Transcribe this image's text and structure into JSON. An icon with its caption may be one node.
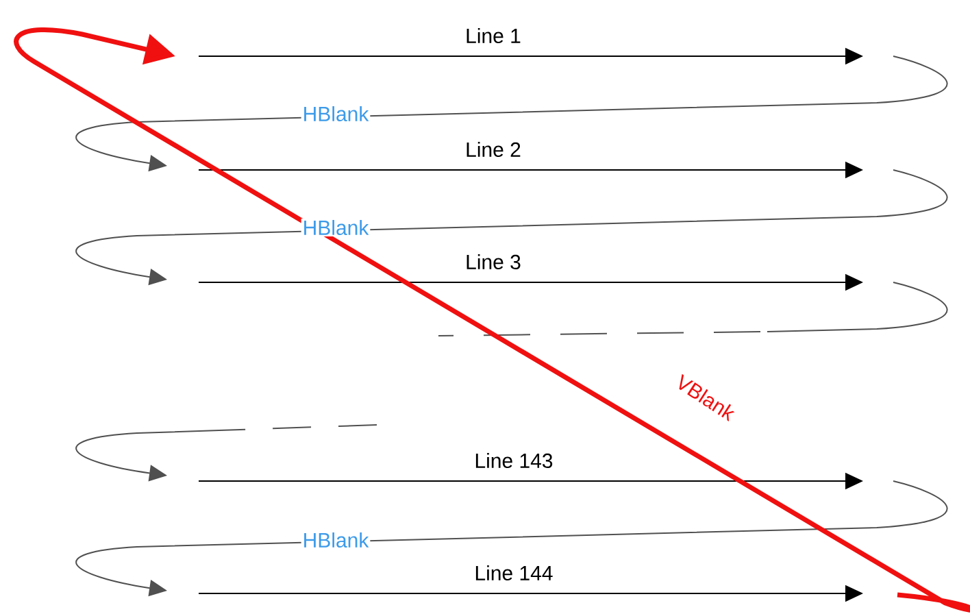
{
  "diagram": {
    "labels": [
      "Line 1",
      "HBlank",
      "Line 2",
      "HBlank",
      "Line 3",
      "VBlank",
      "Line 143",
      "HBlank",
      "Line 144"
    ]
  }
}
